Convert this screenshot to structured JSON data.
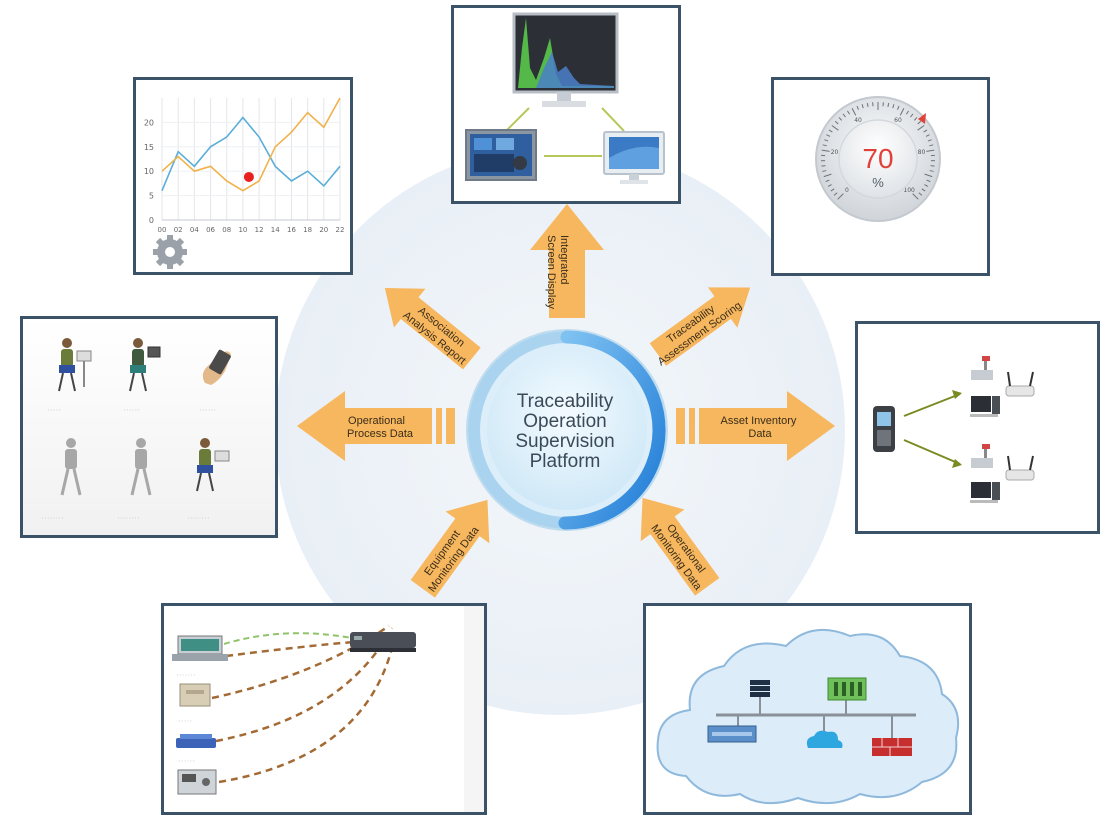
{
  "center": {
    "lines": [
      "Traceability",
      "Operation",
      "Supervision",
      "Platform"
    ]
  },
  "arrows": {
    "top": [
      "Integrated",
      "Screen Display"
    ],
    "top_left": [
      "Association",
      "Analysis Report"
    ],
    "top_right": [
      "Traceability",
      "Assessment Scoring"
    ],
    "left": [
      "Operational",
      "Process Data"
    ],
    "right": [
      "Asset Inventory",
      "Data"
    ],
    "bottom_left": [
      "Equipment",
      "Monitoring Data"
    ],
    "bottom_right": [
      "Operational",
      "Monitoring Data"
    ]
  },
  "chart_data": {
    "type": "line",
    "x": [
      "00",
      "02",
      "04",
      "06",
      "08",
      "10",
      "12",
      "14",
      "16",
      "18",
      "20",
      "22"
    ],
    "yticks": [
      "0",
      "5",
      "10",
      "15",
      "20"
    ],
    "ylim": [
      0,
      25
    ],
    "series": [
      {
        "values": [
          6,
          14,
          11,
          15,
          17,
          21,
          17,
          11,
          8,
          10,
          7,
          11
        ],
        "color": "#5aaed8"
      },
      {
        "values": [
          10,
          13,
          10,
          11,
          8,
          6,
          8,
          15,
          18,
          22,
          19,
          25
        ],
        "color": "#f0b24a"
      }
    ],
    "marker": {
      "x_index": 5,
      "value": 8,
      "color": "#e82020"
    }
  },
  "gauge": {
    "value": "70",
    "unit": "%",
    "ticks": [
      "0",
      "20",
      "40",
      "60",
      "80",
      "100"
    ],
    "accent": "#e0423a"
  },
  "colors": {
    "arrow_fill": "#f7b75e",
    "panel_border": "#3a5368",
    "backdrop": "#eef3f8",
    "ring_blue": "#2b86db"
  }
}
